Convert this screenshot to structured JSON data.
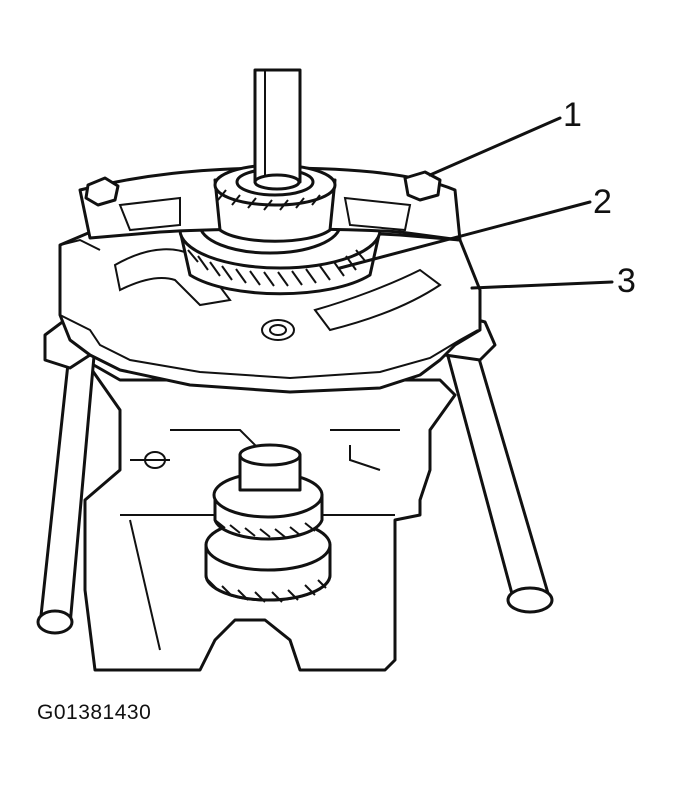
{
  "callouts": [
    {
      "number": "1"
    },
    {
      "number": "2"
    },
    {
      "number": "3"
    }
  ],
  "figure_code": "G01381430"
}
